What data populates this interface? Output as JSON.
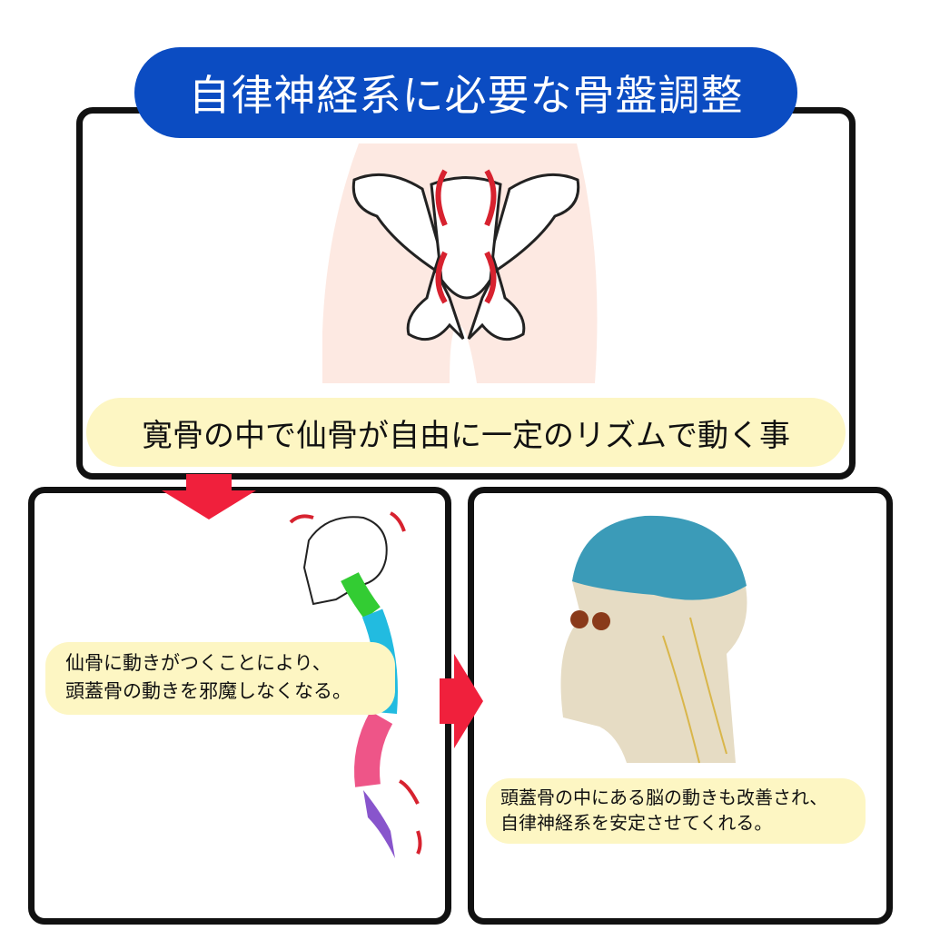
{
  "title": "自律神経系に必要な骨盤調整",
  "top_panel": {
    "caption": "寛骨の中で仙骨が自由に一定のリズムで動く事"
  },
  "left_panel": {
    "caption_lines": [
      "仙骨に動きがつくことにより、",
      "頭蓋骨の動きを邪魔しなくなる。"
    ]
  },
  "right_panel": {
    "caption_lines": [
      "頭蓋骨の中にある脳の動きも改善され、",
      "自律神経系を安定させてくれる。"
    ]
  },
  "colors": {
    "title_bg": "#0b4cc2",
    "caption_bg": "#fdf6c3",
    "arrow_red": "#f0203c",
    "skin": "#fde9e2"
  }
}
